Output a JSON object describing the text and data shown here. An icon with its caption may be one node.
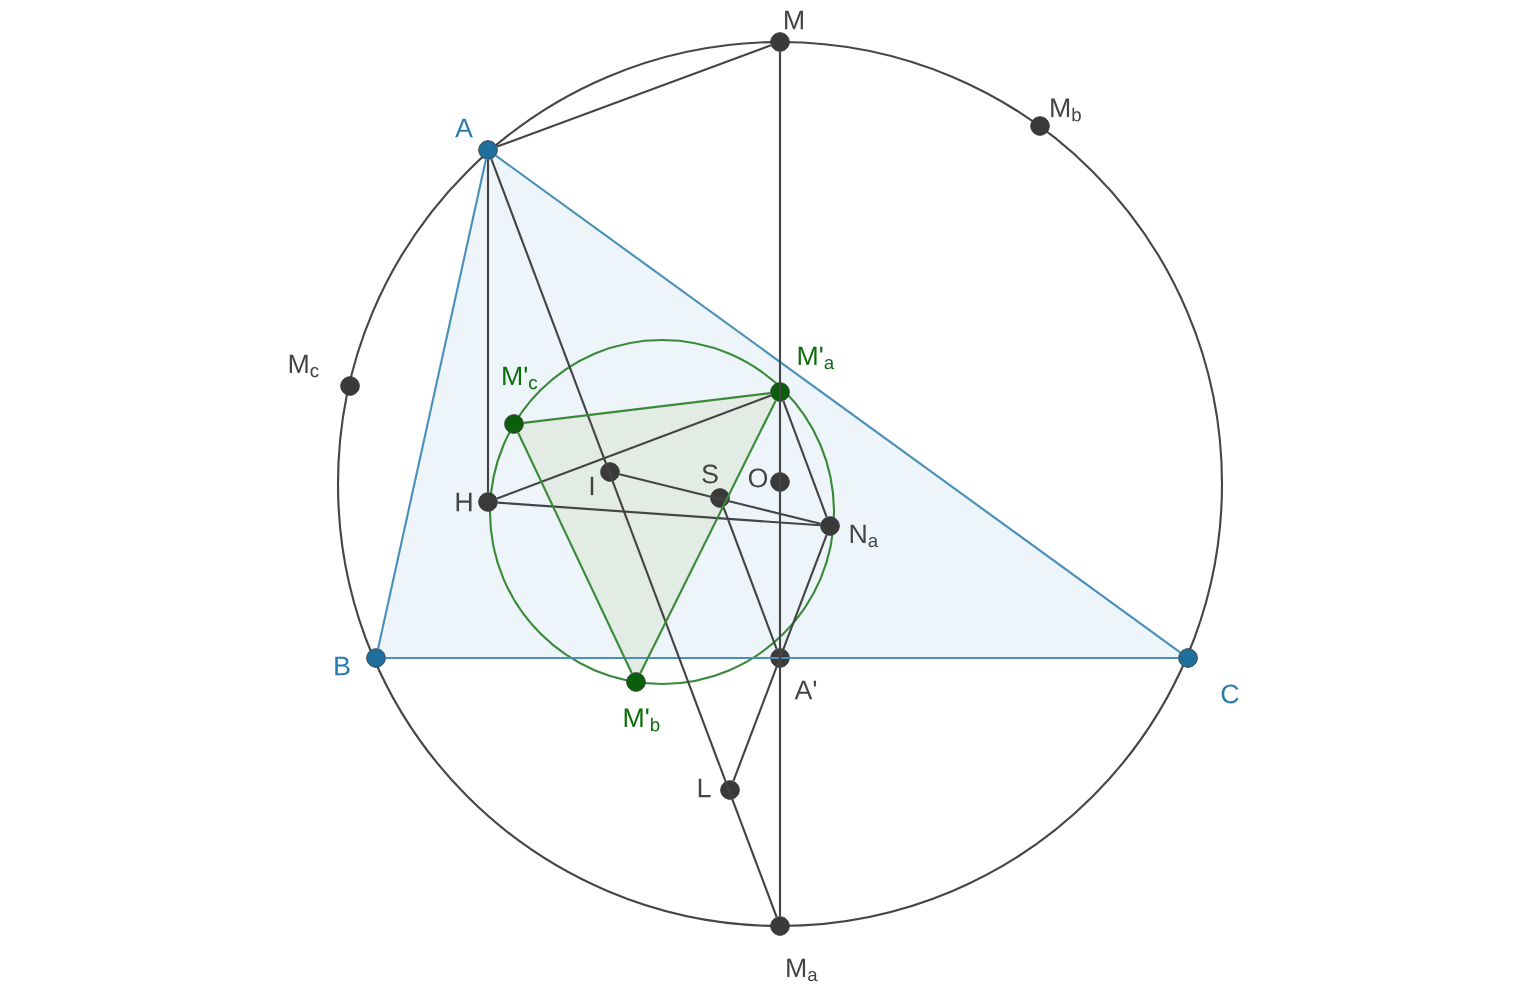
{
  "diagram": {
    "nodes": [
      {
        "text": [
          "M"
        ]
      },
      {
        "text": [
          "A"
        ]
      },
      {
        "text": [
          "M$_{b}$"
        ]
      },
      {
        "text": [
          "M$_{c}$"
        ]
      },
      {
        "text": [
          "M'$_{a}$"
        ]
      },
      {
        "text": [
          "M'$_{c}$"
        ]
      },
      {
        "text": [
          "I"
        ]
      },
      {
        "text": [
          "S"
        ]
      },
      {
        "text": [
          "O"
        ]
      },
      {
        "text": [
          "H"
        ]
      },
      {
        "text": [
          "N$_{a}$"
        ]
      },
      {
        "text": [
          "B"
        ]
      },
      {
        "text": [
          "A'"
        ]
      },
      {
        "text": [
          "C"
        ]
      },
      {
        "text": [
          "M'$_{b}$"
        ]
      },
      {
        "text": [
          "L"
        ]
      },
      {
        "text": [
          "M$_{a}$"
        ]
      }
    ],
    "edges": [
      {
        "from": 1,
        "to": 11,
        "arrow": "none",
        "color": "#4a90b8"
      },
      {
        "from": 11,
        "to": 13,
        "arrow": "none",
        "color": "#4a90b8"
      },
      {
        "from": 13,
        "to": 1,
        "arrow": "none",
        "color": "#4a90b8"
      },
      {
        "from": 1,
        "to": 0,
        "arrow": "none"
      },
      {
        "from": 0,
        "to": 16,
        "arrow": "none"
      },
      {
        "from": 1,
        "to": 9,
        "arrow": "none"
      },
      {
        "from": 1,
        "to": 16,
        "arrow": "none"
      },
      {
        "from": 9,
        "to": 4,
        "arrow": "none"
      },
      {
        "from": 9,
        "to": 10,
        "arrow": "none"
      },
      {
        "from": 6,
        "to": 10,
        "arrow": "none"
      },
      {
        "from": 4,
        "to": 10,
        "arrow": "none"
      },
      {
        "from": 10,
        "to": 15,
        "arrow": "none"
      },
      {
        "from": 7,
        "to": 12,
        "arrow": "none"
      },
      {
        "from": 4,
        "to": 5,
        "arrow": "none",
        "color": "#3a8a3a"
      },
      {
        "from": 5,
        "to": 14,
        "arrow": "none",
        "color": "#3a8a3a"
      },
      {
        "from": 14,
        "to": 4,
        "arrow": "none",
        "color": "#3a8a3a"
      }
    ]
  }
}
